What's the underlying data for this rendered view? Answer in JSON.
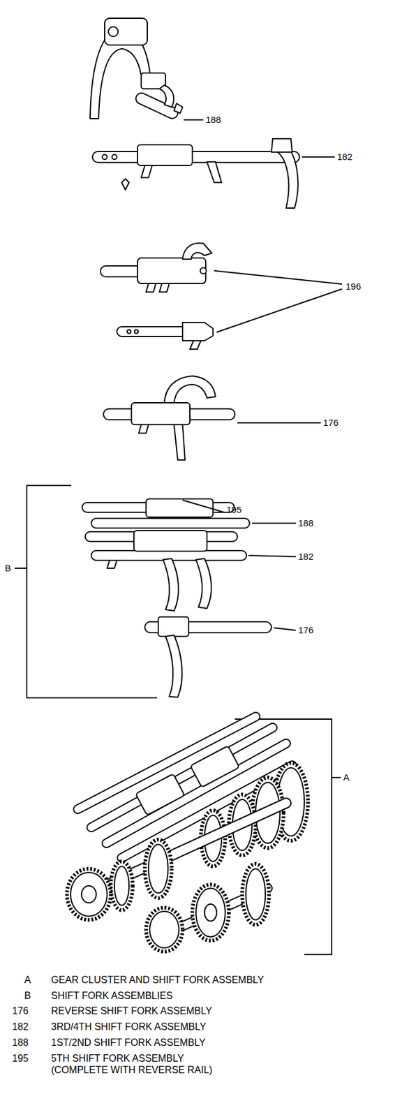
{
  "diagram": {
    "labels": [
      "188",
      "182",
      "196",
      "176",
      "195",
      "188",
      "182",
      "176",
      "B",
      "A",
      "A",
      "GEAR CLUSTER AND SHIFT FORK ASSEMBLY",
      "B",
      "SHIFT FORK ASSEMBLIES",
      "176",
      "REVERSE SHIFT FORK ASSEMBLY",
      "182",
      "3RD/4TH SHIFT FORK ASSEMBLY",
      "188",
      "1ST/2ND SHIFT FORK ASSEMBLY",
      "195",
      "5TH SHIFT FORK ASSEMBLY (COMPLETE WITH REVERSE RAIL)"
    ]
  }
}
